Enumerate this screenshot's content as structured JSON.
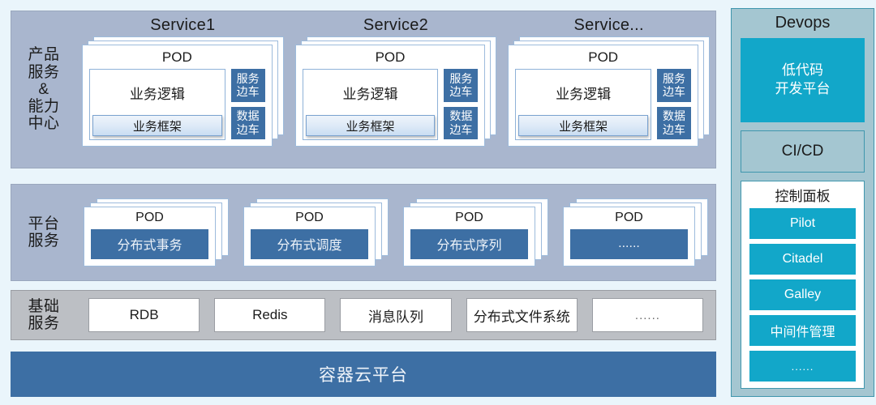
{
  "colors": {
    "page_background": "#eaf5fb",
    "band_blue_gray": "#a9b6ce",
    "band_gray": "#bcbfc4",
    "accent_blue": "#3d6fa4",
    "accent_teal": "#12a7c9",
    "devops_panel": "#a4c6d1",
    "devops_border": "#3f96ad"
  },
  "layers": {
    "product": {
      "label": "产品\n服务\n&\n能力\n中心",
      "services": [
        {
          "title": "Service1",
          "pod_title": "POD",
          "business_logic": "业务逻辑",
          "business_framework": "业务框架",
          "sidecars": [
            "服务\n边车",
            "数据\n边车"
          ]
        },
        {
          "title": "Service2",
          "pod_title": "POD",
          "business_logic": "业务逻辑",
          "business_framework": "业务框架",
          "sidecars": [
            "服务\n边车",
            "数据\n边车"
          ]
        },
        {
          "title": "Service...",
          "pod_title": "POD",
          "business_logic": "业务逻辑",
          "business_framework": "业务框架",
          "sidecars": [
            "服务\n边车",
            "数据\n边车"
          ]
        }
      ]
    },
    "platform": {
      "label": "平台\n服务",
      "pods": [
        {
          "pod_title": "POD",
          "name": "分布式事务"
        },
        {
          "pod_title": "POD",
          "name": "分布式调度"
        },
        {
          "pod_title": "POD",
          "name": "分布式序列"
        },
        {
          "pod_title": "POD",
          "name": "......"
        }
      ]
    },
    "infrastructure": {
      "label": "基础\n服务",
      "items": [
        "RDB",
        "Redis",
        "消息队列",
        "分布式文件系统",
        "......"
      ]
    },
    "container_platform": {
      "label": "容器云平台"
    }
  },
  "devops": {
    "title": "Devops",
    "low_code": "低代码\n开发平台",
    "cicd": "CI/CD",
    "control_panel": {
      "title": "控制面板",
      "items": [
        "Pilot",
        "Citadel",
        "Galley",
        "中间件管理",
        "......"
      ]
    }
  }
}
